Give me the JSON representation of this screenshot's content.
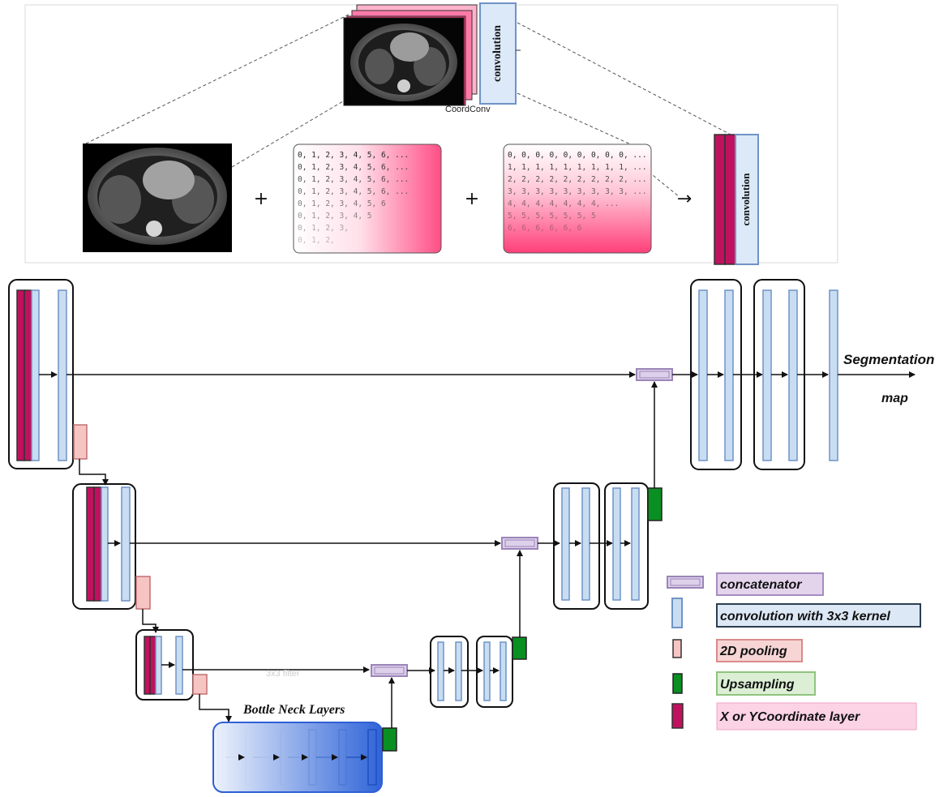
{
  "top": {
    "coordconv_label": "CoordConv",
    "conv_label": "convolution",
    "plus": "+",
    "arrow": "→",
    "x_matrix_rows": [
      "0, 1, 2, 3, 4, 5, 6, ...",
      "0, 1, 2, 3, 4, 5, 6, ...",
      "0, 1, 2, 3, 4, 5, 6, ...",
      "0, 1, 2, 3, 4, 5, 6, ...",
      "0, 1, 2, 3, 4, 5, 6",
      "0, 1, 2, 3, 4, 5",
      "0, 1, 2, 3,",
      "0, 1, 2,"
    ],
    "y_matrix_rows": [
      "0, 0, 0, 0, 0, 0, 0, 0, 0, ...",
      "1, 1, 1, 1, 1, 1, 1, 1, 1, ...",
      "2, 2, 2, 2, 2, 2, 2, 2, 2, ...",
      "3, 3, 3, 3, 3, 3, 3, 3, 3, ...",
      "4, 4, 4, 4, 4, 4, 4, ...",
      "5, 5, 5, 5, 5, 5, 5",
      "6, 6, 6, 6, 6, 6"
    ]
  },
  "unet": {
    "output_label_line1": "Segmentation",
    "output_label_line2": "map",
    "bottleneck_label": "Bottle Neck Layers",
    "faint_label": "3x3 filter"
  },
  "legend": [
    {
      "label": "concatenator",
      "bg": "#e3d4ec",
      "border": "#a58cc0"
    },
    {
      "label": "convolution with 3x3 kernel",
      "bg": "#dce8f5",
      "border": "#2c3e50"
    },
    {
      "label": "2D pooling",
      "bg": "#f7d5d5",
      "border": "#d98a8a"
    },
    {
      "label": "Upsampling",
      "bg": "#dcefd4",
      "border": "#8fc47d"
    },
    {
      "label": "X or YCoordinate layer",
      "bg": "#fbd3e4",
      "border": "#f0a6c6"
    }
  ],
  "colors": {
    "conv_fill": "#c9ddf2",
    "conv_stroke": "#6f93c6",
    "coord_fill": "#c0115e",
    "pool_fill": "#f7c4c4",
    "upsample_fill": "#0a8f22",
    "concat_fill": "#ddd0ea",
    "concat_stroke": "#9b84b8"
  }
}
